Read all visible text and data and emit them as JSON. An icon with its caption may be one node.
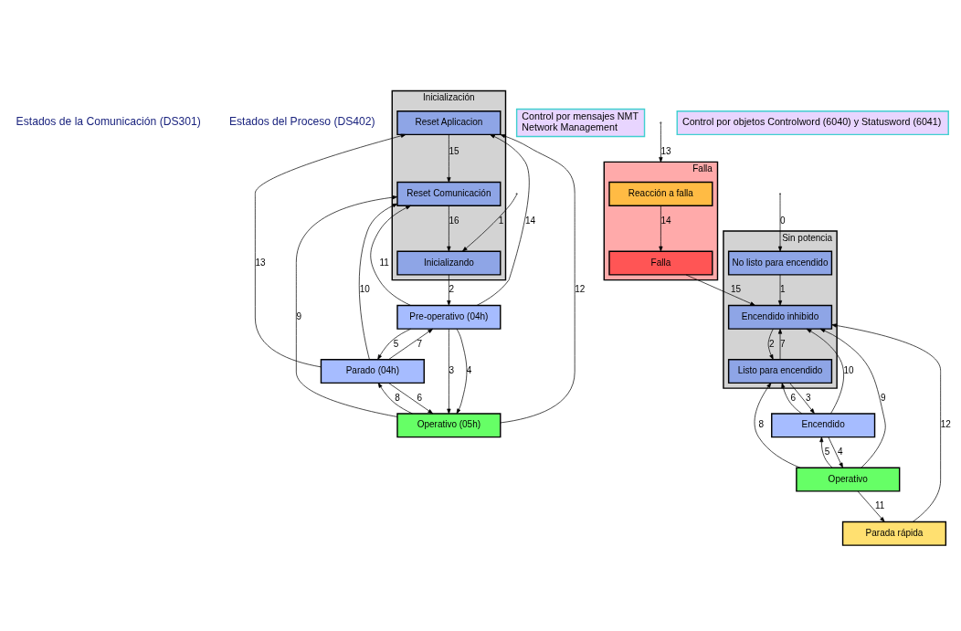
{
  "diagram": {
    "nodes": [
      {
        "text": [
          "Inicialización"
        ]
      },
      {
        "text": [
          "Reset Aplicacion"
        ],
        "in": 0
      },
      {
        "text": [
          "Reset Comunicación"
        ],
        "in": 0
      },
      {
        "text": [
          "Inicializando"
        ],
        "in": 0
      },
      {
        "text": [
          "Pre-operativo (04h)"
        ]
      },
      {
        "text": [
          "Parado (04h)"
        ]
      },
      {
        "text": [
          "Operativo (05h)"
        ]
      },
      {
        "text": [
          "Control por mensajes NMT",
          "Network Management"
        ]
      },
      {
        "text": [
          "Sin potencia"
        ]
      },
      {
        "text": [
          "No listo para encendido"
        ],
        "in": 8
      },
      {
        "text": [
          "Encendido inhibido"
        ],
        "in": 8
      },
      {
        "text": [
          "Listo para encendido"
        ],
        "in": 8
      },
      {
        "text": [
          "Falla"
        ]
      },
      {
        "text": [
          "Reacción a falla"
        ],
        "in": 12
      },
      {
        "text": [
          "Falla"
        ],
        "in": 12
      },
      {
        "text": [
          "Encendido"
        ]
      },
      {
        "text": [
          "Operativo"
        ]
      },
      {
        "text": [
          "Parada rápida"
        ]
      },
      {
        "text": [
          "Control por objetos Controlword (6040) y Statusword (6041)"
        ]
      }
    ],
    "edges": [
      {
        "from": 1,
        "to": 2,
        "arrow": "to",
        "label": "15"
      },
      {
        "from": 2,
        "to": 3,
        "arrow": "to",
        "label": "16"
      },
      {
        "from": null,
        "to": 3,
        "arrow": "to",
        "label": "1"
      },
      {
        "from": 3,
        "to": 4,
        "arrow": "to",
        "label": "2"
      },
      {
        "from": 4,
        "to": 1,
        "arrow": "to",
        "label": "14"
      },
      {
        "from": 5,
        "to": 1,
        "arrow": "to",
        "label": "13"
      },
      {
        "from": 6,
        "to": 1,
        "arrow": "to",
        "label": "12"
      },
      {
        "from": 4,
        "to": 2,
        "arrow": "to",
        "label": "11"
      },
      {
        "from": 5,
        "to": 2,
        "arrow": "to",
        "label": "10"
      },
      {
        "from": 6,
        "to": 2,
        "arrow": "to",
        "label": "9"
      },
      {
        "from": 4,
        "to": 6,
        "arrow": "to",
        "label": "3"
      },
      {
        "from": 4,
        "to": 5,
        "arrow": "to",
        "label": "5"
      },
      {
        "from": 5,
        "to": 4,
        "arrow": "to",
        "label": "7"
      },
      {
        "from": 4,
        "to": 6,
        "arrow": "to",
        "label": "4"
      },
      {
        "from": 5,
        "to": 6,
        "arrow": "to",
        "label": "6"
      },
      {
        "from": 6,
        "to": 5,
        "arrow": "to",
        "label": "8"
      },
      {
        "from": null,
        "to": 9,
        "arrow": "to",
        "label": "0"
      },
      {
        "from": 9,
        "to": 10,
        "arrow": "to",
        "label": "1"
      },
      {
        "from": 10,
        "to": 11,
        "arrow": "to",
        "label": "2"
      },
      {
        "from": 11,
        "to": 10,
        "arrow": "to",
        "label": "7"
      },
      {
        "from": 11,
        "to": 15,
        "arrow": "to",
        "label": "3"
      },
      {
        "from": 15,
        "to": 11,
        "arrow": "to",
        "label": "6"
      },
      {
        "from": 15,
        "to": 16,
        "arrow": "to",
        "label": "4"
      },
      {
        "from": 16,
        "to": 15,
        "arrow": "to",
        "label": "5"
      },
      {
        "from": 15,
        "to": 10,
        "arrow": "to",
        "label": "10"
      },
      {
        "from": 16,
        "to": 10,
        "arrow": "to",
        "label": "9"
      },
      {
        "from": 16,
        "to": 11,
        "arrow": "to",
        "label": "8"
      },
      {
        "from": 16,
        "to": 17,
        "arrow": "to",
        "label": "11"
      },
      {
        "from": 17,
        "to": 10,
        "arrow": "to",
        "label": "12"
      },
      {
        "from": null,
        "to": 12,
        "arrow": "to",
        "label": "13"
      },
      {
        "from": 13,
        "to": 14,
        "arrow": "to",
        "label": "14"
      },
      {
        "from": 14,
        "to": 10,
        "arrow": "to",
        "label": "15"
      }
    ],
    "labels": [
      "Estados de la Comunicación (DS301)",
      "Estados del Proceso (DS402)"
    ]
  }
}
